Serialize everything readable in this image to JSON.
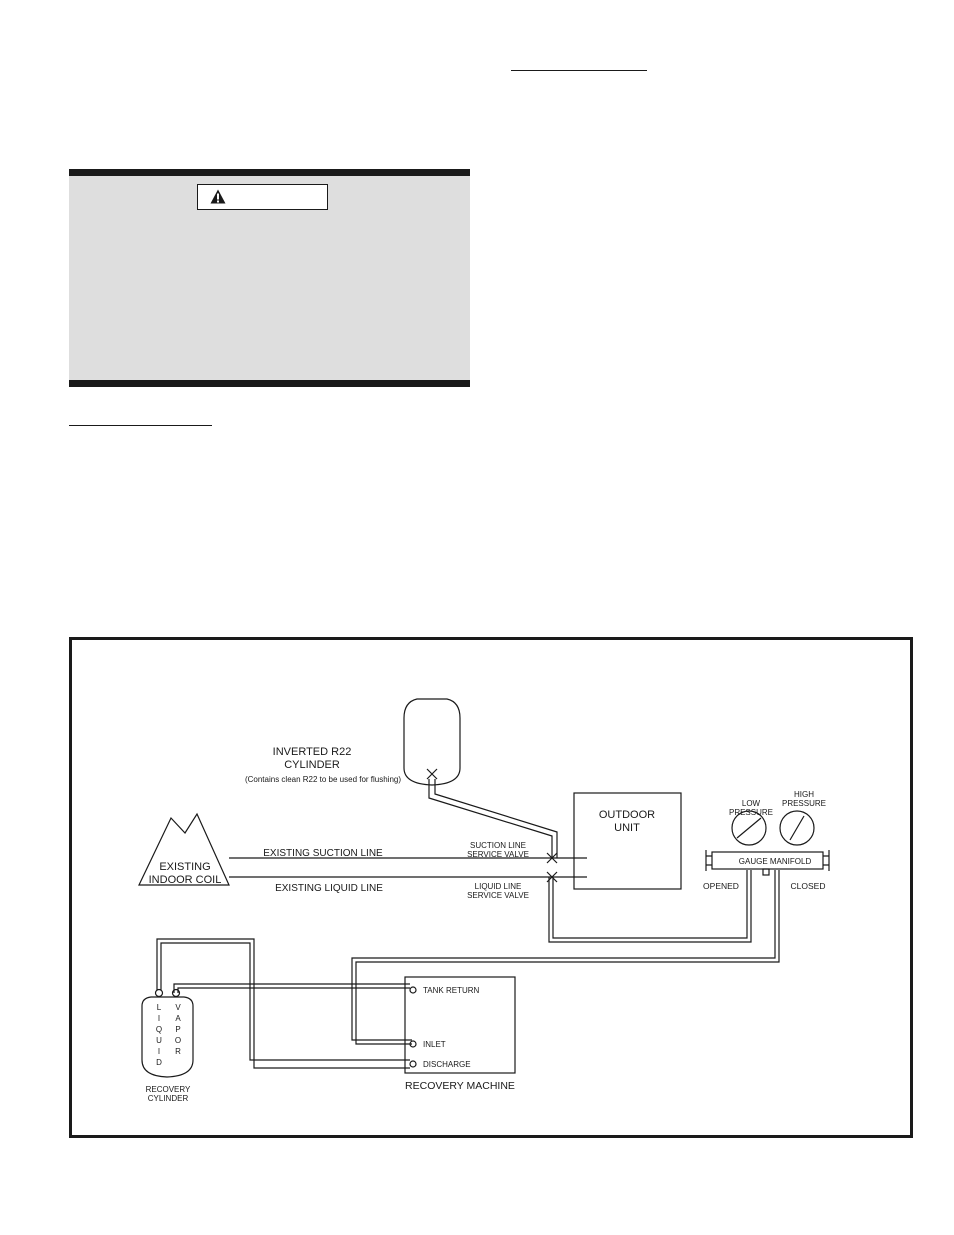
{
  "diagram": {
    "cylinder_label_line1": "INVERTED R22",
    "cylinder_label_line2": "CYLINDER",
    "cylinder_note": "(Contains clean R22 to be used for flushing)",
    "outdoor_unit_line1": "OUTDOOR",
    "outdoor_unit_line2": "UNIT",
    "indoor_coil_line1": "EXISTING",
    "indoor_coil_line2": "INDOOR COIL",
    "suction_line": "EXISTING SUCTION LINE",
    "liquid_line": "EXISTING LIQUID LINE",
    "suction_valve_line1": "SUCTION LINE",
    "suction_valve_line2": "SERVICE VALVE",
    "liquid_valve_line1": "LIQUID LINE",
    "liquid_valve_line2": "SERVICE VALVE",
    "low_pressure_line1": "LOW",
    "low_pressure_line2": "PRESSURE",
    "high_pressure_line1": "HIGH",
    "high_pressure_line2": "PRESSURE",
    "gauge_manifold": "GAUGE MANIFOLD",
    "opened": "OPENED",
    "closed": "CLOSED",
    "tank_return": "TANK RETURN",
    "inlet": "INLET",
    "discharge": "DISCHARGE",
    "recovery_machine": "RECOVERY MACHINE",
    "recovery_cylinder_line1": "RECOVERY",
    "recovery_cylinder_line2": "CYLINDER",
    "liquid_letters": [
      "L",
      "I",
      "Q",
      "U",
      "I",
      "D"
    ],
    "vapor_letters": [
      "V",
      "A",
      "P",
      "O",
      "R"
    ]
  }
}
